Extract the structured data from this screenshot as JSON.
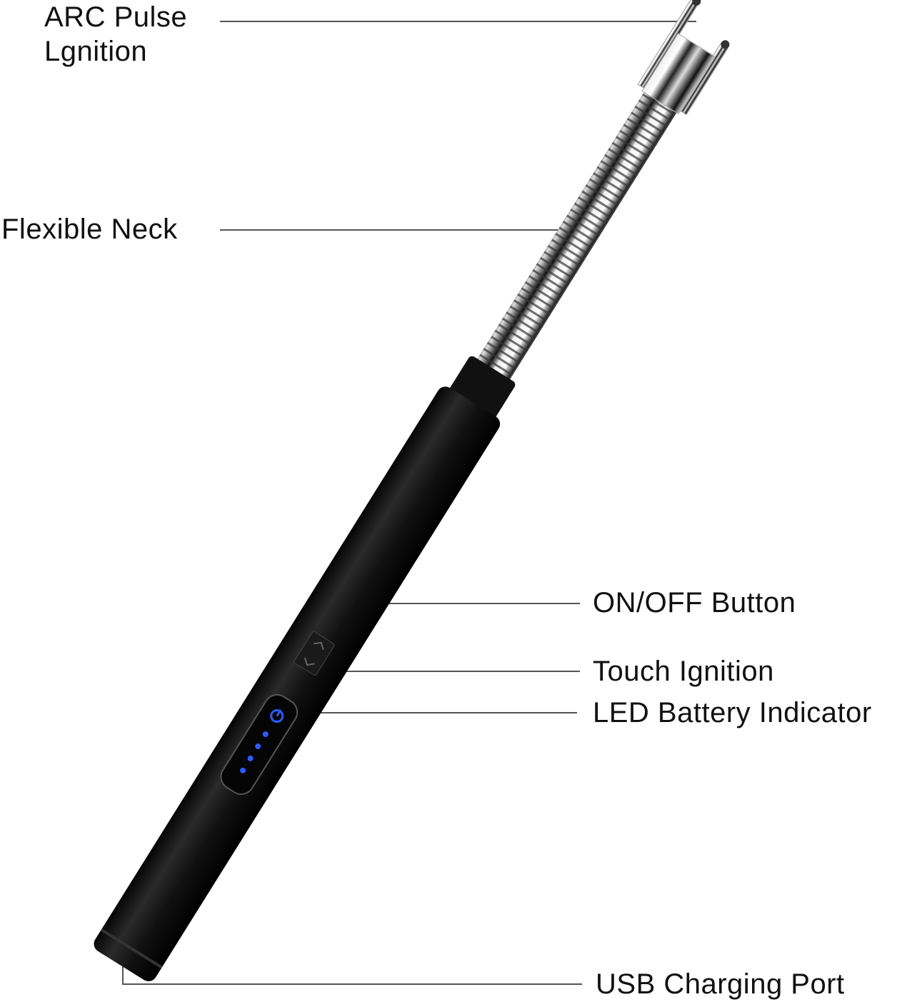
{
  "labels": {
    "arc_line1": "ARC Pulse",
    "arc_line2": "Lgnition",
    "flexible_neck": "Flexible Neck",
    "on_off_button": "ON/OFF Button",
    "touch_ignition": "Touch Ignition",
    "led_battery": "LED Battery Indicator",
    "usb_port": "USB Charging Port"
  },
  "battery_leds_lit": 4,
  "colors": {
    "led": "#2a5cff",
    "body": "#111111",
    "leader": "#555555"
  }
}
